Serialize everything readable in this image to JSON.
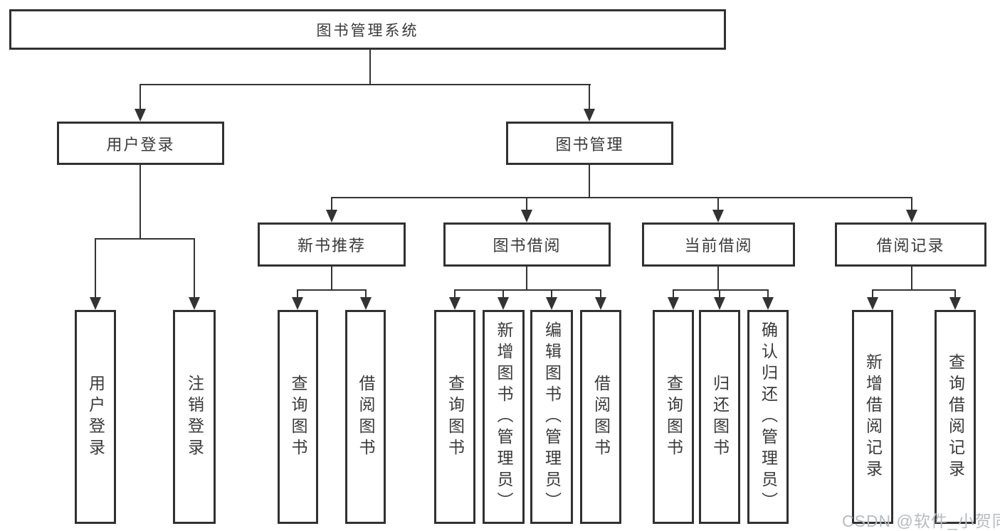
{
  "watermark": "CSDN @软件_小贺同学",
  "colors": {
    "line": "#333333",
    "box_border": "#313131",
    "box_fill": "#ffffff",
    "watermark_text": "#b6bcc1"
  },
  "tree": {
    "label": "图书管理系统",
    "children": [
      {
        "label": "用户登录",
        "children": [
          {
            "label": "用户登录"
          },
          {
            "label": "注销登录"
          }
        ]
      },
      {
        "label": "图书管理",
        "children": [
          {
            "label": "新书推荐",
            "children": [
              {
                "label": "查询图书"
              },
              {
                "label": "借阅图书"
              }
            ]
          },
          {
            "label": "图书借阅",
            "children": [
              {
                "label": "查询图书"
              },
              {
                "label": "新增图书（管理员）"
              },
              {
                "label": "编辑图书（管理员）"
              },
              {
                "label": "借阅图书"
              }
            ]
          },
          {
            "label": "当前借阅",
            "children": [
              {
                "label": "查询图书"
              },
              {
                "label": "归还图书"
              },
              {
                "label": "确认归还（管理员）"
              }
            ]
          },
          {
            "label": "借阅记录",
            "children": [
              {
                "label": "新增借阅记录"
              },
              {
                "label": "查询借阅记录"
              }
            ]
          }
        ]
      }
    ]
  }
}
